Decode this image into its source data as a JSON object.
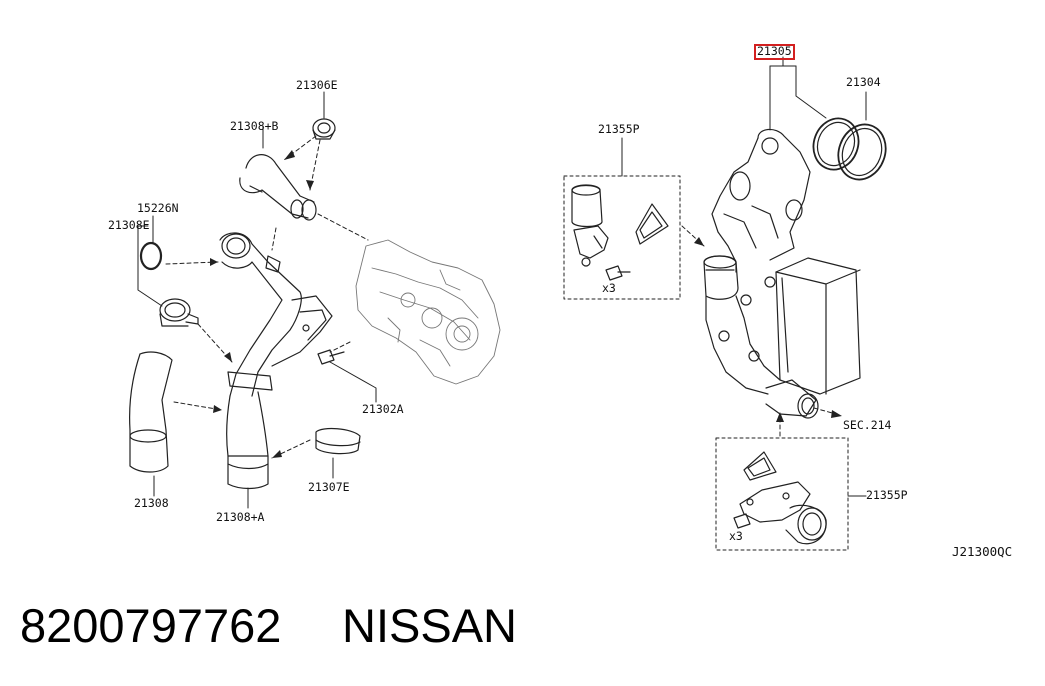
{
  "diagram": {
    "callouts": {
      "p21306E": "21306E",
      "p21308B": "21308+B",
      "p15226N": "15226N",
      "p21308E": "21308E",
      "p21302A": "21302A",
      "p21307E": "21307E",
      "p21308": "21308",
      "p21308A": "21308+A",
      "p21355P_top": "21355P",
      "p21305": "21305",
      "p21304": "21304",
      "sec214": "SEC.214",
      "p21355P_bottom": "21355P",
      "qty_top": "x3",
      "qty_bottom": "x3"
    },
    "highlighted_part": "21305",
    "highlight_color": "#d32020",
    "diagram_code": "J21300QC"
  },
  "footer": {
    "part_number": "8200797762",
    "brand": "NISSAN"
  }
}
